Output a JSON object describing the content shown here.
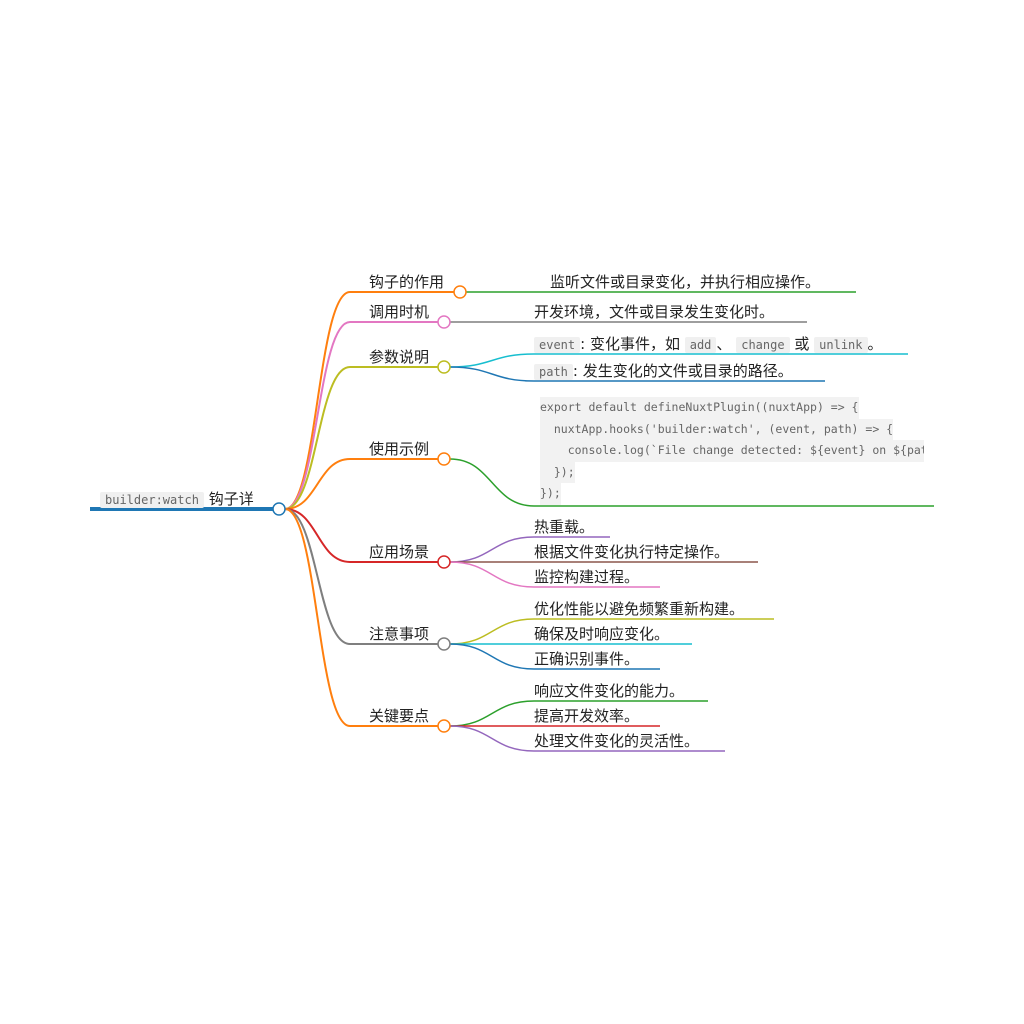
{
  "root": {
    "code": "builder:watch",
    "text": "钩子详"
  },
  "branches": [
    {
      "label": "钩子的作用",
      "children": [
        "监听文件或目录变化，并执行相应操作。"
      ]
    },
    {
      "label": "调用时机",
      "children": [
        "开发环境，文件或目录发生变化时。"
      ]
    },
    {
      "label": "参数说明",
      "params": [
        {
          "code": "event",
          "text": ": 变化事件，如",
          "code2": "add",
          "sep": "、",
          "code3": "change",
          "or": "或",
          "code4": "unlink",
          "end": "。"
        },
        {
          "code": "path",
          "text": ": 发生变化的文件或目录的路径。"
        }
      ]
    },
    {
      "label": "使用示例",
      "code_lines": [
        "export default defineNuxtPlugin((nuxtApp) => {",
        "  nuxtApp.hooks('builder:watch', (event, path) => {",
        "    console.log(`File change detected: ${event} on ${path}`);",
        "  });",
        "});"
      ]
    },
    {
      "label": "应用场景",
      "children": [
        "热重载。",
        "根据文件变化执行特定操作。",
        "监控构建过程。"
      ]
    },
    {
      "label": "注意事项",
      "children": [
        "优化性能以避免频繁重新构建。",
        "确保及时响应变化。",
        "正确识别事件。"
      ]
    },
    {
      "label": "关键要点",
      "children": [
        "响应文件变化的能力。",
        "提高开发效率。",
        "处理文件变化的灵活性。"
      ]
    }
  ],
  "colors": {
    "root": "#1f77b4",
    "orange": "#ff7f0e",
    "green": "#2ca02c",
    "pink": "#e377c2",
    "gray": "#7f7f7f",
    "olive": "#bcbd22",
    "cyan": "#17becf",
    "blue": "#1f77b4",
    "red": "#d62728",
    "purple": "#9467bd",
    "brown": "#8c564b"
  }
}
